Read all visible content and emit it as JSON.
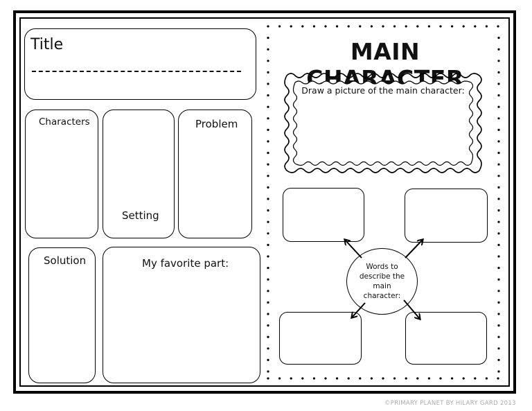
{
  "left_panel": {
    "title_label": "Title",
    "title_line": "_______________________________",
    "characters_label": "Characters",
    "setting_label": "Setting",
    "problem_label": "Problem",
    "solution_label": "Solution",
    "favorite_part_label": "My favorite part:"
  },
  "right_panel": {
    "heading": "MAIN CHARACTER",
    "draw_prompt": "Draw a picture of the main character:",
    "center_text": "Words to describe the main character:"
  },
  "footer": {
    "copyright": "©PRIMARY PLANET BY HILARY GARD 2013"
  }
}
